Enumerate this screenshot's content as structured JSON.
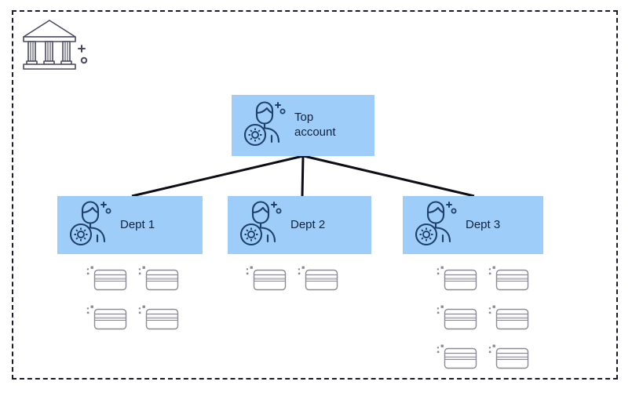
{
  "diagram": {
    "frame": {
      "name": "organization-boundary",
      "style": "dashed"
    },
    "institution_icon": "bank-building-icon",
    "accent_color": "#9dcdf8",
    "line_color": "#10233f",
    "icon_color": "#1f4068",
    "card_color": "#8b8b96"
  },
  "nodes": {
    "top": {
      "label": "Top\naccount",
      "icon": "person-gear-icon"
    },
    "departments": [
      {
        "label": "Dept  1",
        "icon": "person-gear-icon",
        "card_count": 4
      },
      {
        "label": "Dept 2",
        "icon": "person-gear-icon",
        "card_count": 2
      },
      {
        "label": "Dept 3",
        "icon": "person-gear-icon",
        "card_count": 6
      }
    ]
  },
  "cards": {
    "icon": "credit-card-icon",
    "dept_1": [
      1,
      2,
      3,
      4
    ],
    "dept_2": [
      1,
      2
    ],
    "dept_3": [
      1,
      2,
      3,
      4,
      5,
      6
    ]
  },
  "connectors": [
    {
      "from": "top",
      "to": "dept-1"
    },
    {
      "from": "top",
      "to": "dept-2"
    },
    {
      "from": "top",
      "to": "dept-3"
    }
  ]
}
